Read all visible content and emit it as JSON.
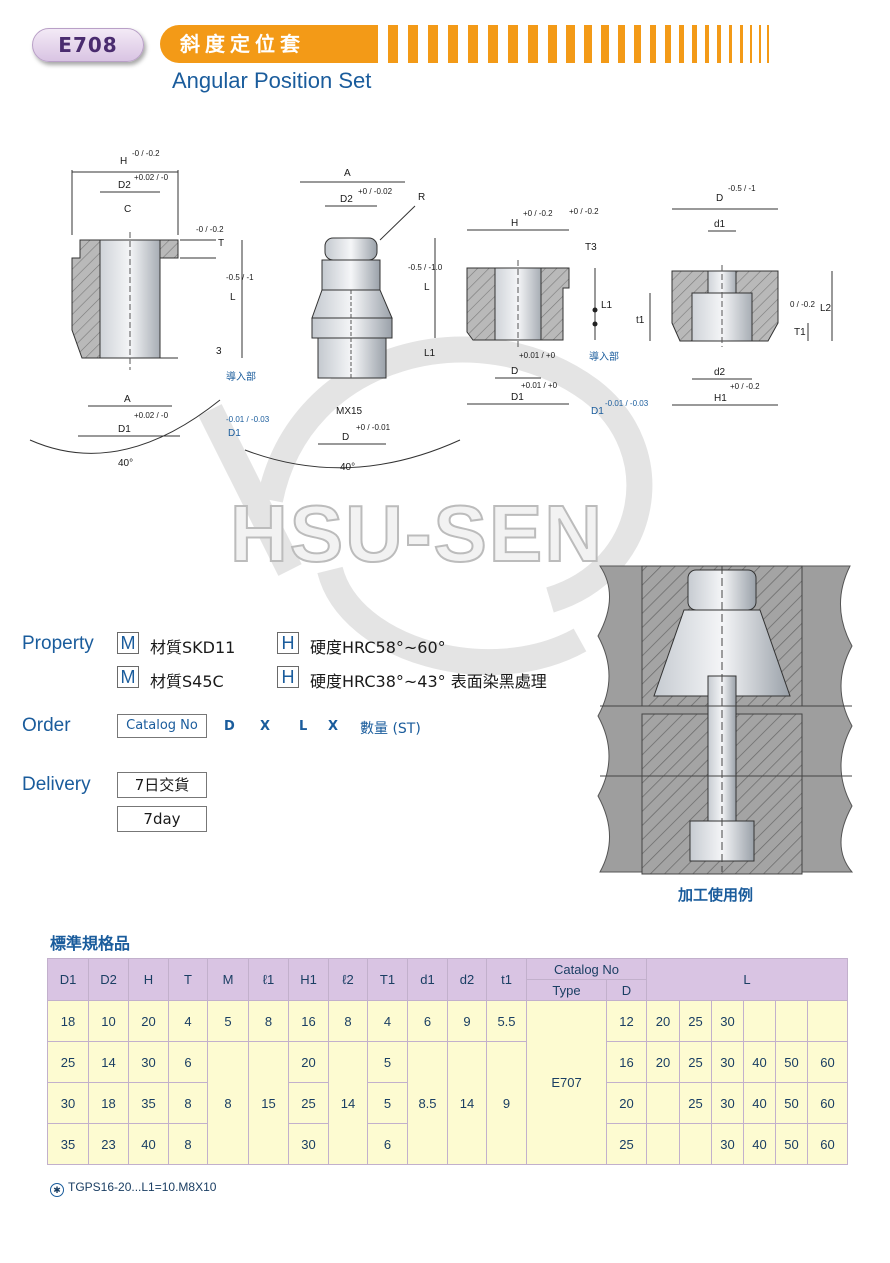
{
  "header": {
    "code": "E708",
    "title_cn": "斜度定位套",
    "title_en": "Angular Position Set"
  },
  "watermark": "HSU-SEN",
  "drawing_labels": {
    "fig1": {
      "H": "H",
      "H_tol": "-0 / -0.2",
      "D2": "D2",
      "D2_tol": "+0.02 / -0",
      "C": "C",
      "T": "T",
      "T_tol": "-0 / -0.2",
      "L": "L",
      "L_tol": "-0.5 / -1",
      "three": "3",
      "A": "A",
      "D1": "D1",
      "D1_tol": "+0.02 / -0",
      "angle": "40°",
      "guide": "導入部",
      "D1b": "D1",
      "D1b_tol": "-0.01 / -0.03"
    },
    "fig2": {
      "A": "A",
      "D2": "D2",
      "D2_tol": "+0 / -0.02",
      "R": "R",
      "L": "L",
      "L_tol": "-0.5 / -1.0",
      "L1": "L1",
      "MX": "MX15",
      "D": "D",
      "D_tol": "+0 / -0.01",
      "angle": "40°"
    },
    "fig3": {
      "H": "H",
      "H_tol": "+0 / -0.2",
      "T3": "T3",
      "T3_tol": "+0 / -0.2",
      "L1": "L1",
      "D": "D",
      "D_tol": "+0.01 / +0",
      "D1": "D1",
      "D1_tol": "+0.01 / +0",
      "guide": "導入部",
      "D1b": "D1",
      "D1b_tol": "-0.01 / -0.03"
    },
    "fig4": {
      "D": "D",
      "D_tol": "-0.5 / -1",
      "d1": "d1",
      "t1": "t1",
      "T1": "T1",
      "T1_tol": "0 / -0.2",
      "L2": "L2",
      "d2": "d2",
      "H1": "H1",
      "H1_tol": "+0 / -0.2"
    }
  },
  "usage_caption": "加工使用例",
  "property": {
    "label": "Property",
    "rows": [
      {
        "m": "M",
        "material": "材質SKD11",
        "h": "H",
        "hardness": "硬度HRC58°~60°"
      },
      {
        "m": "M",
        "material": "材質S45C",
        "h": "H",
        "hardness": "硬度HRC38°~43° 表面染黑處理"
      }
    ]
  },
  "order": {
    "label": "Order",
    "catalog": "Catalog No",
    "parts": [
      "D",
      "X",
      "L",
      "X"
    ],
    "qty": "數量 (ST)"
  },
  "delivery": {
    "label": "Delivery",
    "line1": "7日交貨",
    "line2": "7day"
  },
  "table": {
    "title": "標準規格品",
    "headers": [
      "D1",
      "D2",
      "H",
      "T",
      "M",
      "ℓ1",
      "H1",
      "ℓ2",
      "T1",
      "d1",
      "d2",
      "t1"
    ],
    "catalog_header": "Catalog No",
    "type_header": "Type",
    "d_header": "D",
    "l_header": "L",
    "type_value": "E707",
    "m_value": "8",
    "l1_value": "15",
    "l2_value": "14",
    "d1_value": "8.5",
    "d2_value": "14",
    "t1_value": "9",
    "rows": [
      {
        "D1": "18",
        "D2": "10",
        "H": "20",
        "T": "4",
        "M": "5",
        "l1": "8",
        "H1": "16",
        "l2": "8",
        "T1": "4",
        "d1": "6",
        "d2": "9",
        "t1": "5.5",
        "D": "12",
        "L": [
          "20",
          "25",
          "30",
          "",
          "",
          ""
        ]
      },
      {
        "D1": "25",
        "D2": "14",
        "H": "30",
        "T": "6",
        "H1": "20",
        "T1": "5",
        "D": "16",
        "L": [
          "20",
          "25",
          "30",
          "40",
          "50",
          "60"
        ]
      },
      {
        "D1": "30",
        "D2": "18",
        "H": "35",
        "T": "8",
        "H1": "25",
        "T1": "5",
        "D": "20",
        "L": [
          "",
          "25",
          "30",
          "40",
          "50",
          "60"
        ]
      },
      {
        "D1": "35",
        "D2": "23",
        "H": "40",
        "T": "8",
        "H1": "30",
        "T1": "6",
        "D": "25",
        "L": [
          "",
          "",
          "30",
          "40",
          "50",
          "60"
        ]
      }
    ]
  },
  "note": "TGPS16-20...L1=10.M8X10",
  "colors": {
    "accent": "#f39a17",
    "brand": "#1a5c9c",
    "header_bg": "#d9c4e3",
    "cell_bg": "#fdfbd1"
  }
}
